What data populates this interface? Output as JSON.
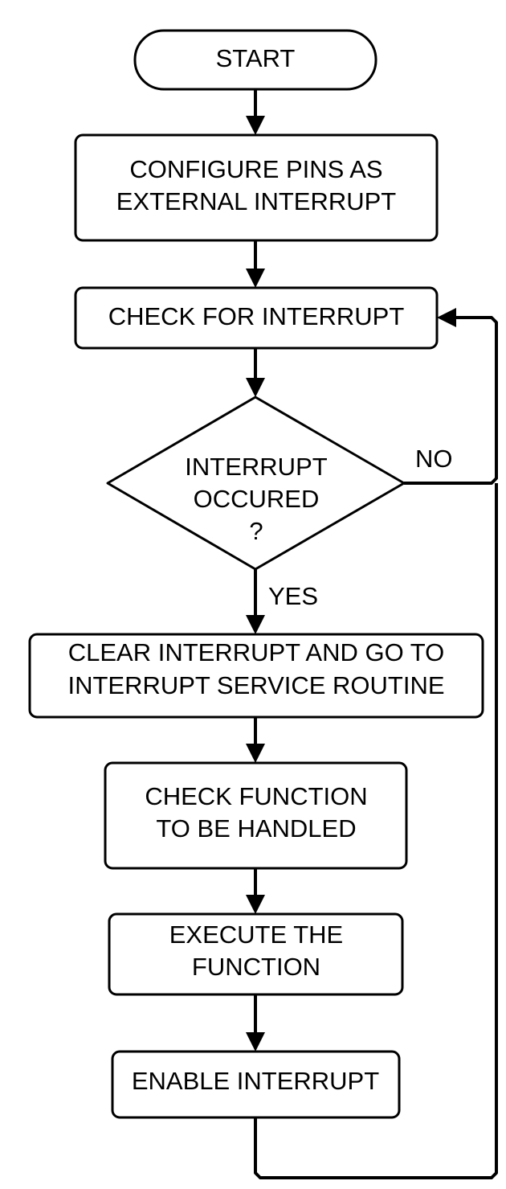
{
  "flowchart": {
    "start": {
      "label": "START"
    },
    "configure": {
      "line1": "CONFIGURE PINS AS",
      "line2": "EXTERNAL INTERRUPT"
    },
    "check_interrupt": {
      "label": "CHECK FOR INTERRUPT"
    },
    "decision": {
      "line1": "INTERRUPT",
      "line2": "OCCURED",
      "line3": "?"
    },
    "clear": {
      "line1": "CLEAR INTERRUPT AND GO TO",
      "line2": "INTERRUPT SERVICE ROUTINE"
    },
    "check_function": {
      "line1": "CHECK FUNCTION",
      "line2": "TO BE HANDLED"
    },
    "execute": {
      "line1": "EXECUTE THE",
      "line2": "FUNCTION"
    },
    "enable": {
      "label": "ENABLE INTERRUPT"
    },
    "edge_labels": {
      "yes": "YES",
      "no": "NO"
    }
  }
}
